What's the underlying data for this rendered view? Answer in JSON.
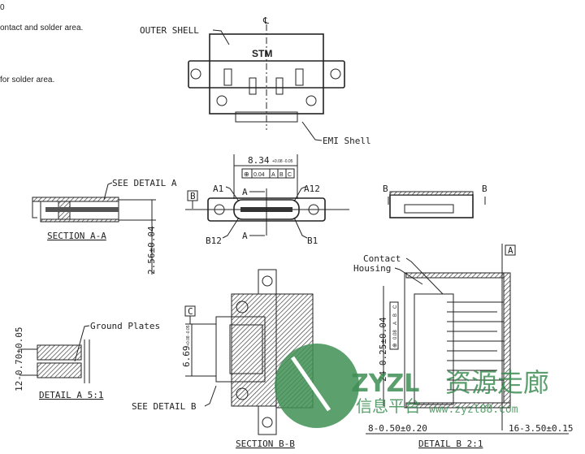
{
  "notes": {
    "line0": "0",
    "line1": "ontact and solder area.",
    "line2": "for solder area."
  },
  "top_view": {
    "outer_shell": "OUTER SHELL",
    "brand": "STM",
    "centerline": "℄",
    "emi_shell": "EMI Shell"
  },
  "front_view": {
    "width_dim": "8.34",
    "width_tol": "+0.08 -0.05",
    "tolerance_frame": [
      "⊕",
      "0.04",
      "A",
      "B",
      "C"
    ],
    "datum_b": "B",
    "pin_a1": "A1",
    "pin_a12": "A12",
    "pin_b12": "B12",
    "pin_b1": "B1",
    "section_mark_top": "A",
    "section_mark_bottom": "A"
  },
  "section_aa": {
    "callout": "SEE DETAIL A",
    "label": "SECTION A-A",
    "height_dim": "2.56±0.04"
  },
  "side_view": {
    "section_left": "B",
    "section_right": "B"
  },
  "section_bb": {
    "datum_c": "C",
    "height_dim": "6.69",
    "height_tol": "+0.08 -0.05",
    "callout": "SEE DETAIL B",
    "label": "SECTION B-B"
  },
  "detail_a": {
    "callout": "Ground Plates",
    "dim": "12-0.70±0.05",
    "label": "DETAIL A 5:1"
  },
  "detail_b": {
    "contact": "Contact",
    "housing": "Housing",
    "datum_a": "A",
    "pitch_dim": "24-0.25±0.04",
    "tolerance_frame": [
      "⊕",
      "0.08",
      "A",
      "B",
      "C"
    ],
    "dim_left": "8-0.50±0.20",
    "dim_right": "16-3.50±0.15",
    "label": "DETAIL B 2:1"
  },
  "watermark": {
    "latin": "ZYZL",
    "chinese_main": "资源走廊",
    "chinese_sub": "信息平台",
    "url": "www.zyzl88.com"
  }
}
